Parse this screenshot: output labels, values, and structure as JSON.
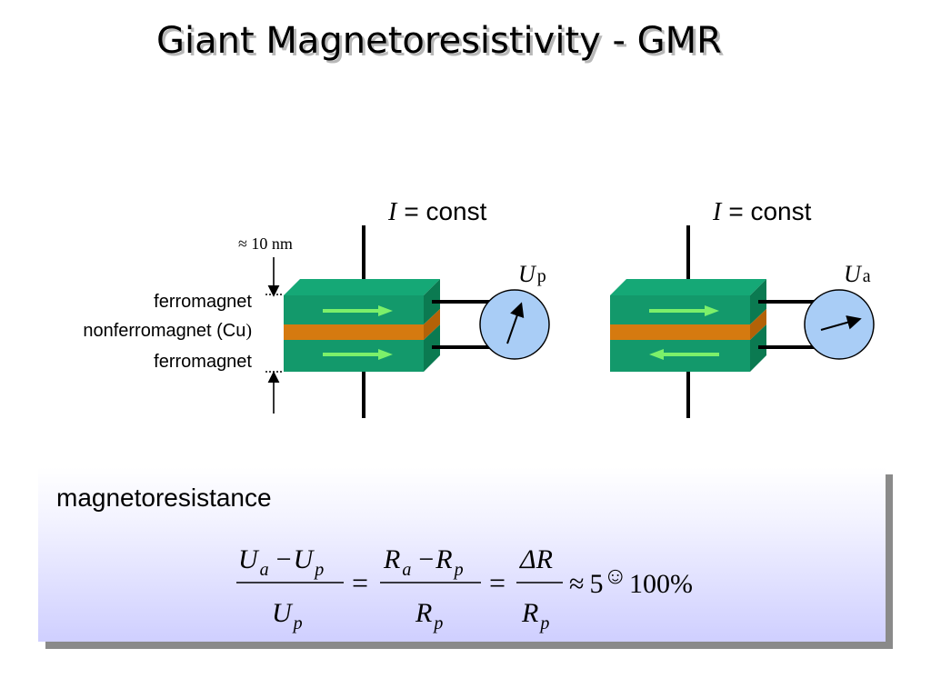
{
  "title": "Giant Magnetoresistivity - GMR",
  "labels": {
    "thickness": "≈ 10 nm",
    "layer_top": "ferromagnet",
    "layer_middle_a": "nonferromagnet (Cu",
    "layer_middle_b": ")",
    "layer_bottom": "ferromagnet"
  },
  "left_stack": {
    "current_symbol": "I",
    "current_text": "= const",
    "voltage_symbol": "U",
    "voltage_subscript": "p"
  },
  "right_stack": {
    "current_symbol": "I",
    "current_text": "= const",
    "voltage_symbol": "U",
    "voltage_subscript": "a"
  },
  "panel": {
    "label": "magnetoresistance"
  },
  "formula": {
    "f1_num_a": "U",
    "f1_num_a_sub": "a",
    "f1_num_minus": "−",
    "f1_num_b": "U",
    "f1_num_b_sub": "p",
    "f1_den": "U",
    "f1_den_sub": "p",
    "eq1": "=",
    "f2_num_a": "R",
    "f2_num_a_sub": "a",
    "f2_num_minus": "−",
    "f2_num_b": "R",
    "f2_num_b_sub": "p",
    "f2_den": "R",
    "f2_den_sub": "p",
    "eq2": "=",
    "f3_num": "ΔR",
    "f3_den": "R",
    "f3_den_sub": "p",
    "approx": "≈",
    "low": "5",
    "smiley": "☺",
    "high": "100%"
  },
  "colors": {
    "ferromagnet": "#13996b",
    "ferromagnet_top": "#15a876",
    "ferromagnet_side": "#0b7a51",
    "copper": "#d57a10",
    "copper_side": "#b36208",
    "arrow": "#7cf06a",
    "meter": "#a9cdf6",
    "panel_bottom": "#cfcfff"
  }
}
